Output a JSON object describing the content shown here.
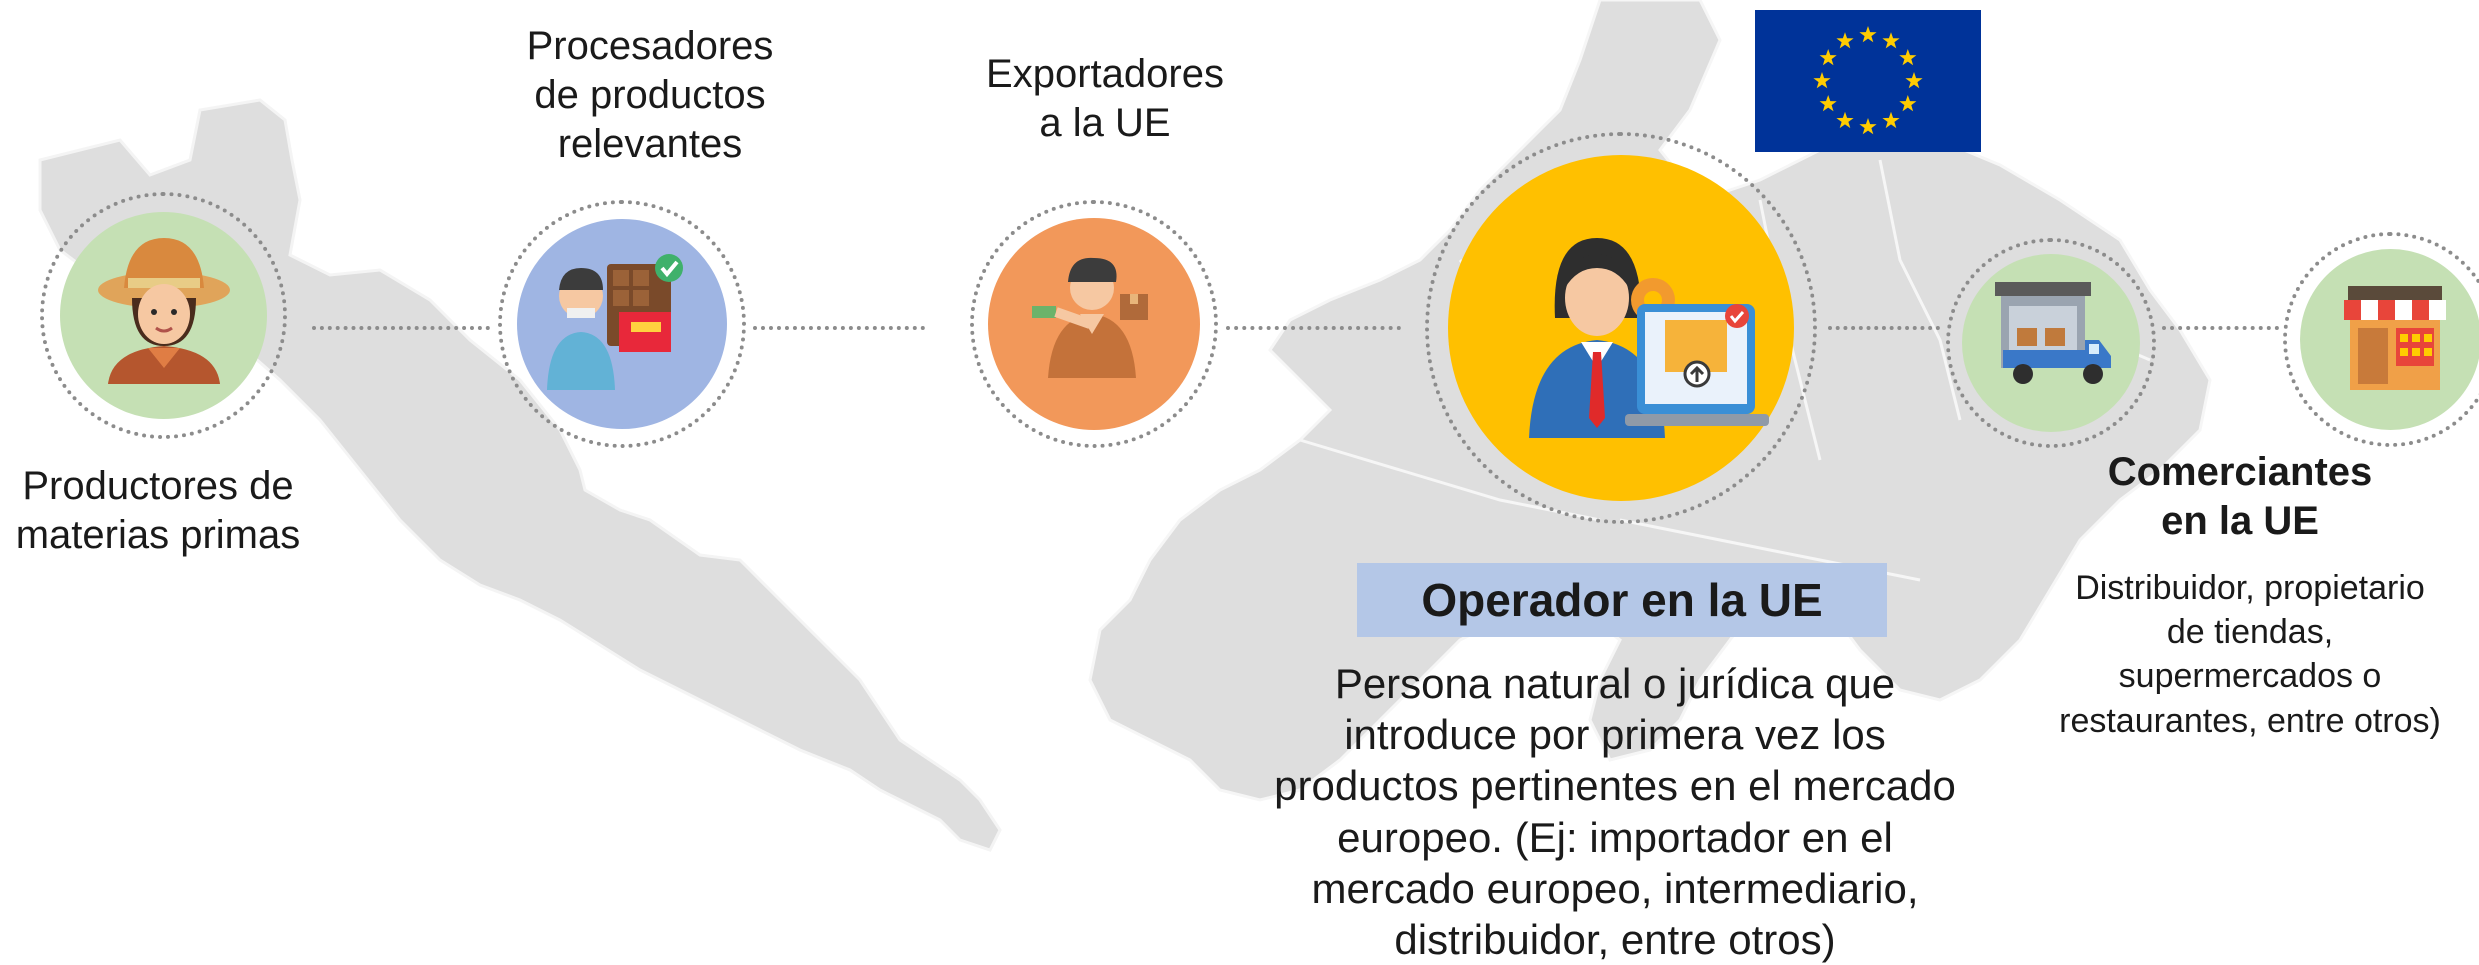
{
  "colors": {
    "map_gray": "#dcdcdc",
    "connector_gray": "#8c8c8c",
    "producer_green": "#c5e0b4",
    "processor_blue": "#9fb5e3",
    "exporter_orange": "#f2985a",
    "operator_yellow": "#ffc000",
    "trader_green": "#c5e0b4",
    "operator_title_bg": "#b4c7e7",
    "eu_flag_blue": "#003399",
    "eu_flag_star": "#ffcc00"
  },
  "stages": [
    {
      "id": "producers",
      "label_lines": [
        "Productores de",
        "materias primas"
      ],
      "icon": "farmer-woman-icon"
    },
    {
      "id": "processors",
      "label_lines": [
        "Procesadores",
        "de productos",
        "relevantes"
      ],
      "icon": "processor-worker-icon"
    },
    {
      "id": "exporters",
      "label_lines": [
        "Exportadores",
        "a la UE"
      ],
      "icon": "exporter-man-icon"
    },
    {
      "id": "operator",
      "title": "Operador en la UE",
      "description_lines": [
        "Persona natural o jurídica que",
        "introduce por primera vez los",
        "productos pertinentes en el mercado",
        "europeo. (Ej: importador en el",
        "mercado europeo, intermediario,",
        "distribuidor, entre otros)"
      ],
      "icon": "operator-businesswoman-icon"
    },
    {
      "id": "transport",
      "icon": "delivery-truck-icon"
    },
    {
      "id": "traders",
      "label_lines": [
        "Comerciantes",
        "en la UE"
      ],
      "description_lines": [
        "Distribuidor, propietario",
        "de tiendas,",
        "supermercados o",
        "restaurantes, entre otros)"
      ],
      "icon": "store-icon"
    }
  ],
  "flag_icon": "eu-flag-icon"
}
